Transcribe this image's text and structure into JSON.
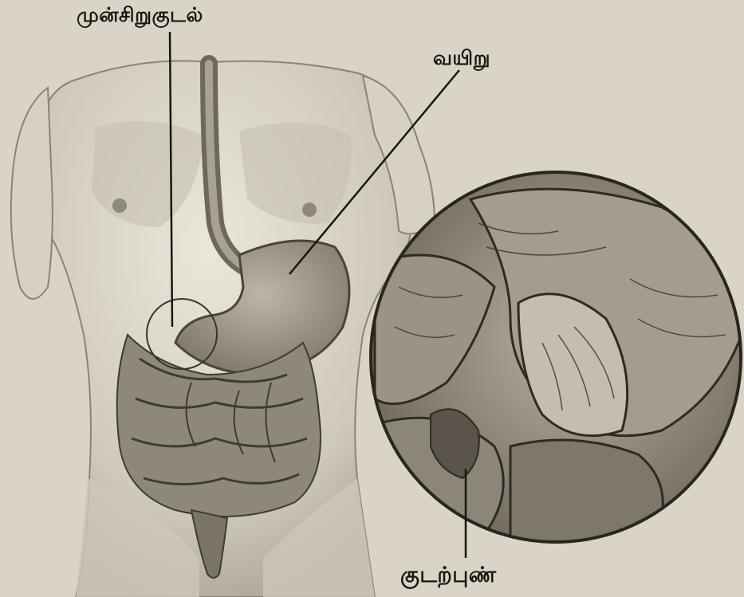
{
  "labels": {
    "duodenum": "முன்சிறுகுடல்",
    "stomach": "வயிறு",
    "ulcer": "குடற்புண்"
  },
  "colors": {
    "paper": "#d9d4c7",
    "ink": "#1a1612",
    "skin_light": "#e6e1d6",
    "skin_shade": "#a8a296",
    "organ_mid": "#8d867a",
    "organ_dark": "#4a443c"
  }
}
